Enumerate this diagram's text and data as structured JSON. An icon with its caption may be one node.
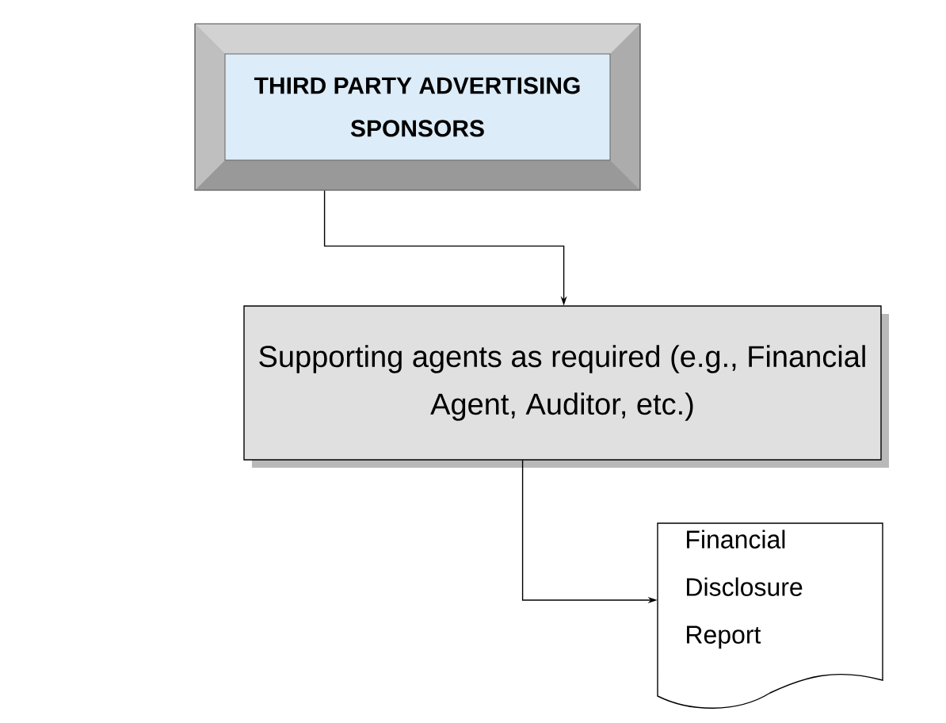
{
  "diagram": {
    "nodes": [
      {
        "text": [
          "THIRD PARTY ADVERTISING SPONSORS"
        ]
      },
      {
        "text": [
          "Supporting agents as required (e.g., Financial Agent, Auditor, etc.)"
        ]
      },
      {
        "text": [
          "Financial Disclosure Report"
        ]
      }
    ],
    "edges": [
      {
        "from": 0,
        "to": 1,
        "arrow": "to"
      },
      {
        "from": 1,
        "to": 2,
        "arrow": "to"
      }
    ]
  }
}
